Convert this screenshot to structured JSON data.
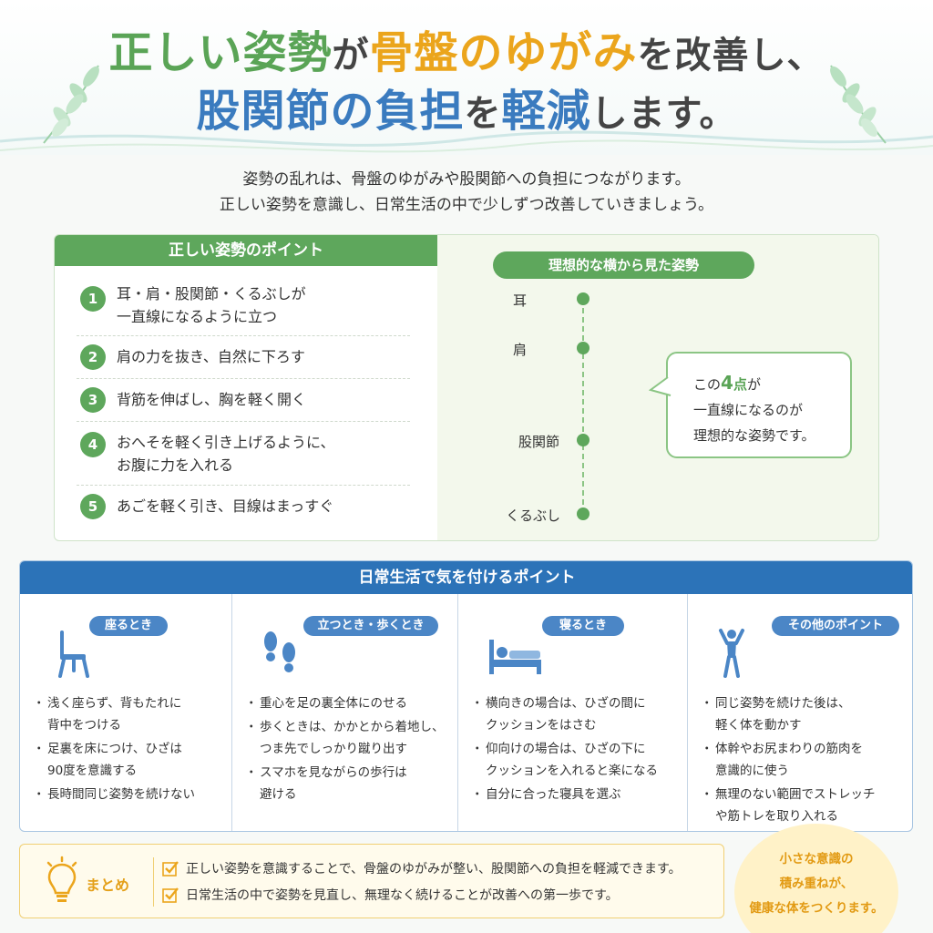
{
  "header": {
    "line1": {
      "part1": "正しい姿勢",
      "part2": "が",
      "part3": "骨盤のゆがみ",
      "part4": "を改善し、"
    },
    "line2": {
      "part1": "股関節の負担",
      "part2": "を",
      "part3": "軽減",
      "part4": "します。"
    }
  },
  "intro": {
    "line1": "姿勢の乱れは、骨盤のゆがみや股関節への負担につながります。",
    "line2": "正しい姿勢を意識し、日常生活の中で少しずつ改善していきましょう。"
  },
  "posture_points": {
    "title": "正しい姿勢のポイント",
    "items": [
      {
        "num": "1",
        "line1": "耳・肩・股関節・くるぶしが",
        "line2": "一直線になるように立つ"
      },
      {
        "num": "2",
        "line1": "肩の力を抜き、自然に下ろす",
        "line2": ""
      },
      {
        "num": "3",
        "line1": "背筋を伸ばし、胸を軽く開く",
        "line2": ""
      },
      {
        "num": "4",
        "line1": "おへそを軽く引き上げるように、",
        "line2": "お腹に力を入れる"
      },
      {
        "num": "5",
        "line1": "あごを軽く引き、目線はまっすぐ",
        "line2": ""
      }
    ]
  },
  "side_view": {
    "title": "理想的な横から見た姿勢",
    "labels": [
      "耳",
      "肩",
      "股関節",
      "くるぶし"
    ],
    "bubble": {
      "pre": "この",
      "num": "4",
      "unit": "点",
      "post": "が",
      "line2": "一直線になるのが",
      "line3": "理想的な姿勢です。"
    }
  },
  "daily": {
    "title": "日常生活で気を付けるポイント",
    "columns": [
      {
        "tag": "座るとき",
        "icon": "chair-icon",
        "items": [
          "浅く座らず、背もたれに",
          "背中をつける",
          "足裏を床につけ、ひざは",
          "90度を意識する",
          "長時間同じ姿勢を続けない"
        ]
      },
      {
        "tag": "立つとき・歩くとき",
        "icon": "footprints-icon",
        "items": [
          "重心を足の裏全体にのせる",
          "歩くときは、かかとから着地し、",
          "つま先でしっかり蹴り出す",
          "スマホを見ながらの歩行は",
          "避ける"
        ]
      },
      {
        "tag": "寝るとき",
        "icon": "bed-icon",
        "items": [
          "横向きの場合は、ひざの間に",
          "クッションをはさむ",
          "仰向けの場合は、ひざの下に",
          "クッションを入れると楽になる",
          "自分に合った寝具を選ぶ"
        ]
      },
      {
        "tag": "その他のポイント",
        "icon": "stretch-icon",
        "items": [
          "同じ姿勢を続けた後は、",
          "軽く体を動かす",
          "体幹やお尻まわりの筋肉を",
          "意識的に使う",
          "無理のない範囲でストレッチ",
          "や筋トレを取り入れる"
        ]
      }
    ]
  },
  "summary": {
    "label": "まとめ",
    "rows": [
      "正しい姿勢を意識することで、骨盤のゆがみが整い、股関節への負担を軽減できます。",
      "日常生活の中で姿勢を見直し、無理なく続けることが改善への第一歩です。"
    ]
  },
  "circle": {
    "line1": "小さな意識の",
    "line2": "積み重ねが、",
    "line3": "健康な体をつくります。"
  },
  "colors": {
    "green": "#5ea75c",
    "orange": "#eba51c",
    "blue": "#2c73b8",
    "text": "#333333"
  }
}
